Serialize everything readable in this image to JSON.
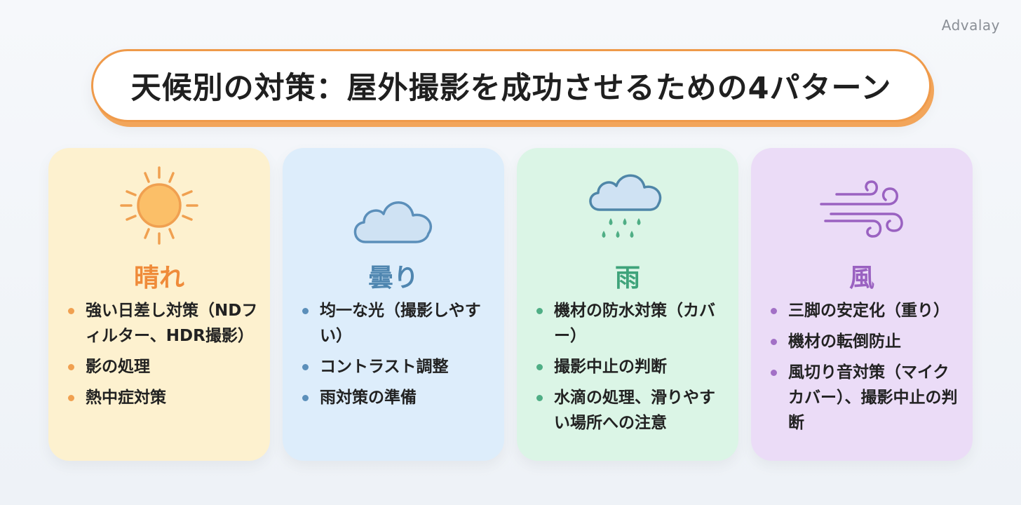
{
  "brand": "Advalay",
  "title": "天候別の対策：屋外撮影を成功させるための4パターン",
  "colors": {
    "sun": "#ef8b3a",
    "cloud": "#4f86b0",
    "rain": "#3fa37a",
    "wind": "#9a62c1",
    "title_border": "#ef9a4a"
  },
  "cards": [
    {
      "icon": "sun-icon",
      "title": "晴れ",
      "items": [
        "強い日差し対策（NDフィルター、HDR撮影）",
        "影の処理",
        "熱中症対策"
      ]
    },
    {
      "icon": "cloud-icon",
      "title": "曇り",
      "items": [
        "均一な光（撮影しやすい）",
        "コントラスト調整",
        "雨対策の準備"
      ]
    },
    {
      "icon": "rain-cloud-icon",
      "title": "雨",
      "items": [
        "機材の防水対策（カバー）",
        "撮影中止の判断",
        "水滴の処理、滑りやすい場所への注意"
      ]
    },
    {
      "icon": "wind-icon",
      "title": "風",
      "items": [
        "三脚の安定化（重り）",
        "機材の転倒防止",
        "風切り音対策（マイクカバー）、撮影中止の判断"
      ]
    }
  ]
}
